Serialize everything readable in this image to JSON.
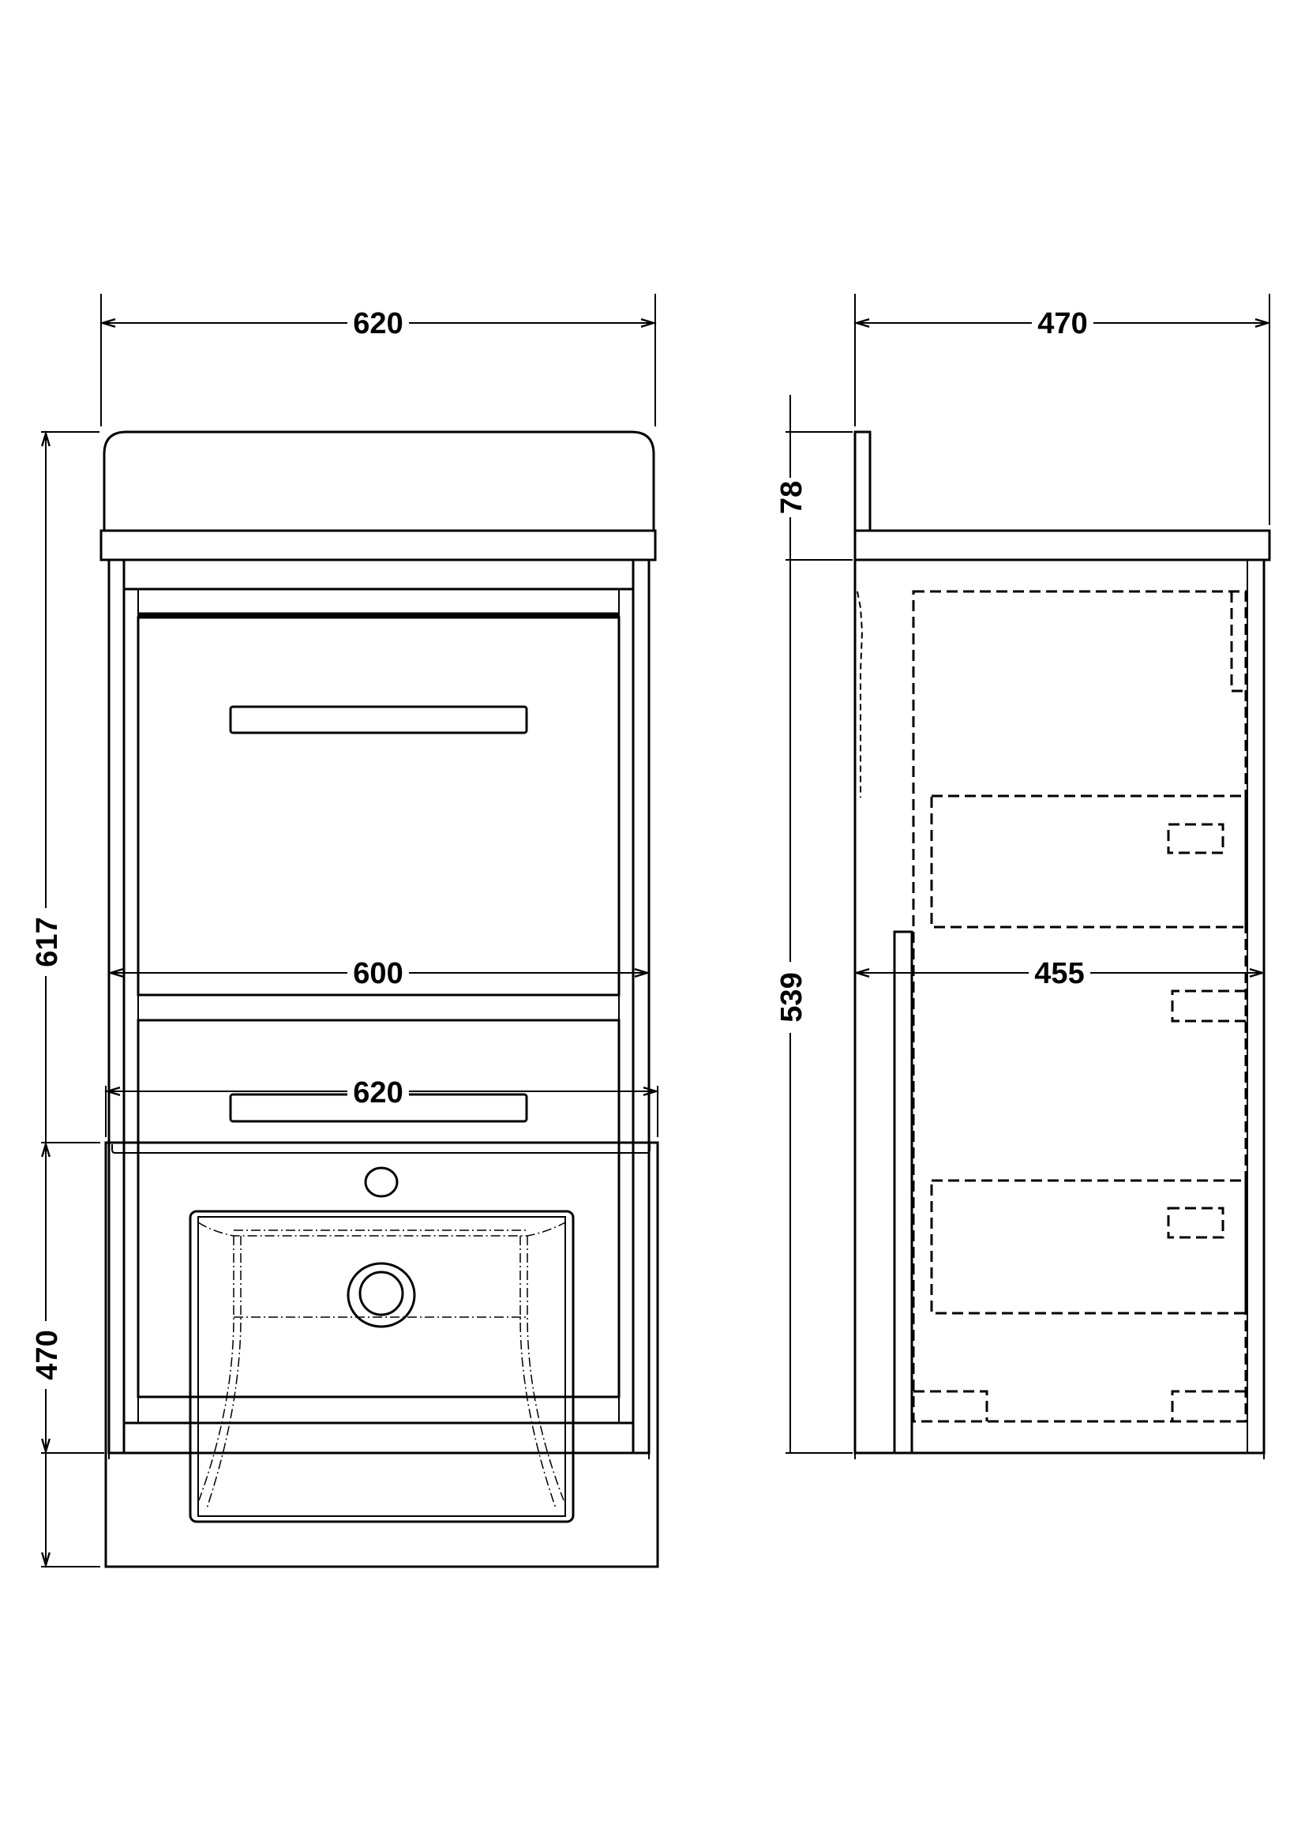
{
  "front_view": {
    "width_top": "620",
    "width_bottom": "600",
    "height_total": "617"
  },
  "side_view": {
    "depth_top": "470",
    "depth_bottom": "455",
    "upstand_height": "78",
    "cabinet_height": "539"
  },
  "plan_view": {
    "width": "620",
    "depth": "470"
  }
}
